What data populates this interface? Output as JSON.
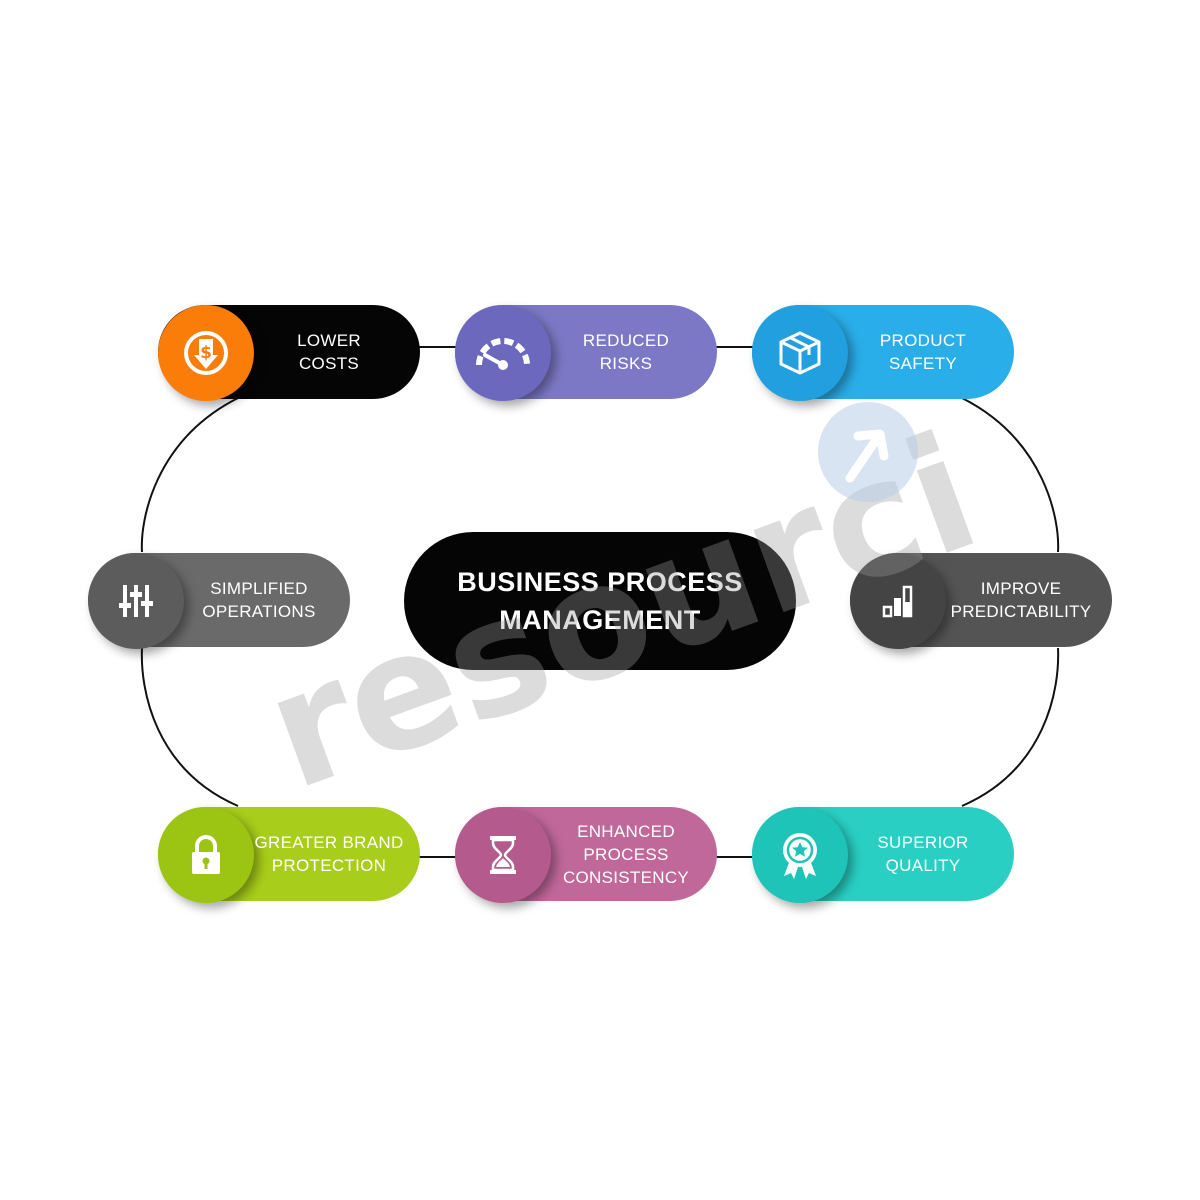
{
  "center": {
    "line1": "BUSINESS PROCESS",
    "line2": "MANAGEMENT"
  },
  "items": [
    {
      "id": "lower-costs",
      "lines": [
        "LOWER",
        "COSTS"
      ],
      "icon": "dollar-down-arrow-icon",
      "pill_color": "#050505",
      "circle_color": "#fa7d0a"
    },
    {
      "id": "reduced-risks",
      "lines": [
        "REDUCED",
        "RISKS"
      ],
      "icon": "speedometer-icon",
      "pill_color": "#7c78c5",
      "circle_color": "#6c68bd"
    },
    {
      "id": "product-safety",
      "lines": [
        "PRODUCT",
        "SAFETY"
      ],
      "icon": "box-icon",
      "pill_color": "#2aaee9",
      "circle_color": "#229fde"
    },
    {
      "id": "simplified-operations",
      "lines": [
        "SIMPLIFIED",
        "OPERATIONS"
      ],
      "icon": "sliders-icon",
      "pill_color": "#6a6a6a",
      "circle_color": "#5c5c5c"
    },
    {
      "id": "improve-predictability",
      "lines": [
        "IMPROVE",
        "PREDICTABILITY"
      ],
      "icon": "bar-chart-icon",
      "pill_color": "#545454",
      "circle_color": "#444444"
    },
    {
      "id": "greater-brand-protection",
      "lines": [
        "GREATER BRAND",
        "PROTECTION"
      ],
      "icon": "padlock-icon",
      "pill_color": "#a8cd1a",
      "circle_color": "#9cc513"
    },
    {
      "id": "enhanced-process-consistency",
      "lines": [
        "ENHANCED",
        "PROCESS",
        "CONSISTENCY"
      ],
      "icon": "hourglass-icon",
      "pill_color": "#c0689a",
      "circle_color": "#b55a8d"
    },
    {
      "id": "superior-quality",
      "lines": [
        "SUPERIOR",
        "QUALITY"
      ],
      "icon": "award-badge-icon",
      "pill_color": "#29cfc3",
      "circle_color": "#1fc4b8"
    }
  ],
  "watermark": {
    "text": "resourci",
    "icon": "upload-arrow-icon"
  }
}
